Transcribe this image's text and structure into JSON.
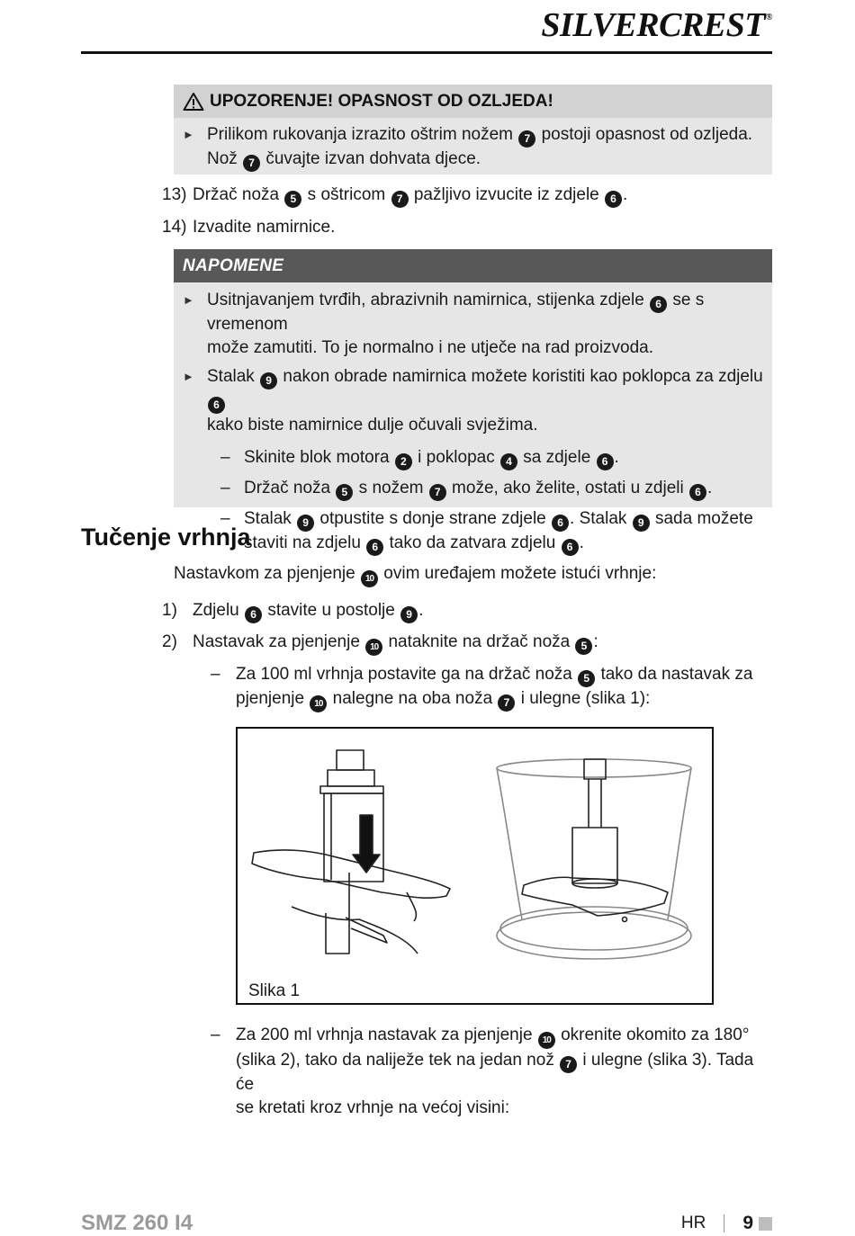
{
  "header": {
    "brand": "SILVERCREST",
    "brand_mark": "®"
  },
  "warning": {
    "title": "UPOZORENJE! OPASNOST OD OZLJEDA!",
    "bullet_a": "Prilikom rukovanja izrazito oštrim nožem",
    "bullet_b": "postoji opasnost od ozljeda.",
    "bullet_c": "Nož",
    "bullet_d": "čuvajte izvan dohvata djece."
  },
  "steps_top": [
    {
      "num": "13)",
      "a": "Držač noža",
      "b": "s oštricom",
      "c": "pažljivo izvucite iz zdjele",
      "d": "."
    },
    {
      "num": "14)",
      "a": "Izvadite namirnice."
    }
  ],
  "notes": {
    "title": "NAPOMENE",
    "bullet1_a": "Usitnjavanjem tvrđih, abrazivnih namirnica, stijenka zdjele",
    "bullet1_b": "se s vremenom",
    "bullet1_c": "može zamutiti. To je normalno i ne utječe na rad proizvoda.",
    "bullet2_a": "Stalak",
    "bullet2_b": "nakon obrade namirnica možete koristiti kao poklopca za zdjelu",
    "bullet2_c": "kako biste namirnice dulje očuvali svježima.",
    "dash1_a": "Skinite blok motora",
    "dash1_b": "i poklopac",
    "dash1_c": "sa zdjele",
    "dash1_d": ".",
    "dash2_a": "Držač noža",
    "dash2_b": "s nožem",
    "dash2_c": "može, ako želite, ostati u zdjeli",
    "dash2_d": ".",
    "dash3_a": "Stalak",
    "dash3_b": "otpustite s donje strane zdjele",
    "dash3_c": ". Stalak",
    "dash3_d": "sada možete",
    "dash3_e": "staviti na zdjelu",
    "dash3_f": "tako da zatvara zdjelu",
    "dash3_g": "."
  },
  "section": {
    "title": "Tučenje vrhnja",
    "intro_a": "Nastavkom za pjenjenje",
    "intro_b": "ovim uređajem možete istući vrhnje:",
    "step1_num": "1)",
    "step1_a": "Zdjelu",
    "step1_b": "stavite u postolje",
    "step1_c": ".",
    "step2_num": "2)",
    "step2_a": "Nastavak za pjenjenje",
    "step2_b": "nataknite na držač noža",
    "step2_c": ":",
    "sub1_a": "Za 100 ml vrhnja postavite ga na držač noža",
    "sub1_b": "tako da nastavak za",
    "sub1_c": "pjenjenje",
    "sub1_d": "nalegne na oba noža",
    "sub1_e": "i ulegne (slika 1):",
    "figure_caption": "Slika 1",
    "sub2_a": "Za 200 ml vrhnja nastavak za pjenjenje",
    "sub2_b": "okrenite okomito za 180°",
    "sub2_c": "(slika 2), tako da naliježe tek na jedan nož",
    "sub2_d": "i ulegne (slika 3). Tada će",
    "sub2_e": "se kretati kroz vrhnje na većoj visini:"
  },
  "dash_char": "–",
  "refs": {
    "r2": "2",
    "r4": "4",
    "r5": "5",
    "r6": "6",
    "r7": "7",
    "r9": "9",
    "r10": "10"
  },
  "footer": {
    "model": "SMZ 260 I4",
    "lang": "HR",
    "page": "9"
  }
}
